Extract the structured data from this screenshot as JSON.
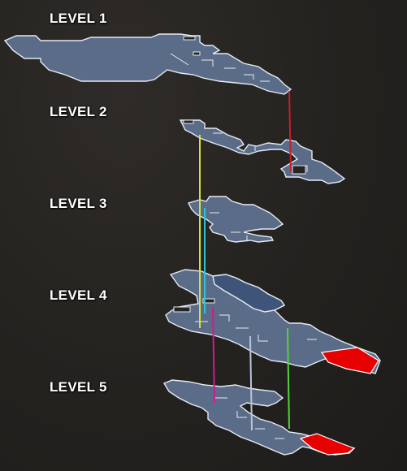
{
  "levels": [
    {
      "label": "LEVEL 1"
    },
    {
      "label": "LEVEL 2"
    },
    {
      "label": "LEVEL 3"
    },
    {
      "label": "LEVEL 4"
    },
    {
      "label": "LEVEL 5"
    }
  ],
  "colors": {
    "floor": "#5b6c89",
    "floor_dark": "#3e5479",
    "outline": "#e6ebf3",
    "goal": "#e60000",
    "background": "#262422",
    "connector_l1_l2": "#c81e2a",
    "connector_l2_l4": "#d4e03a",
    "connector_l3_l4": "#2ec4d6",
    "connector_l4_l5_magenta": "#d01a8c",
    "connector_l4_l5_light": "#b9c4dc",
    "connector_l4_l5_green": "#4fd43a"
  }
}
